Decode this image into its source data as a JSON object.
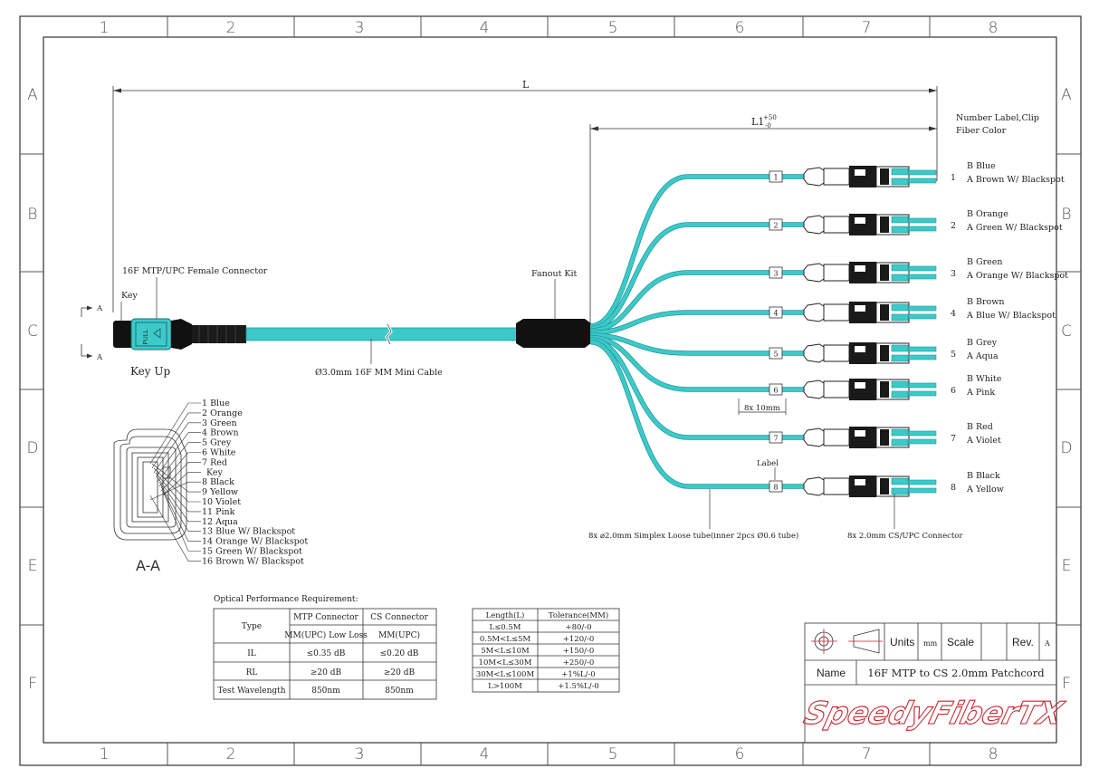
{
  "grid": {
    "columns": [
      "1",
      "2",
      "3",
      "4",
      "5",
      "6",
      "7",
      "8"
    ],
    "rows": [
      "A",
      "B",
      "C",
      "D",
      "E",
      "F"
    ]
  },
  "dimensions": {
    "overall_length": "L",
    "fanout_length": "L1",
    "fanout_tol_plus": "+50",
    "fanout_tol_minus": "-0",
    "label_offset": "8x 10mm"
  },
  "callouts": {
    "mtp_connector": "16F MTP/UPC Female Connector",
    "key": "Key",
    "key_up": "Key Up",
    "section_a_top": "A",
    "section_a_bottom": "A",
    "cable": "Ø3.0mm 16F MM Mini Cable",
    "fanout_kit": "Fanout Kit",
    "number_label_clip": "Number Label,Clip",
    "fiber_color": "Fiber Color",
    "label": "Label",
    "loose_tube": "8x ⌀2.0mm Simplex Loose tube(inner 2pcs Ø0.6 tube)",
    "cs_connector": "8x 2.0mm CS/UPC Connector",
    "section_title": "A-A",
    "pull": "PULL"
  },
  "legs": [
    {
      "num": "1",
      "b": "B Blue",
      "a": "A Brown W/ Blackspot"
    },
    {
      "num": "2",
      "b": "B Orange",
      "a": "A Green W/ Blackspot"
    },
    {
      "num": "3",
      "b": "B Green",
      "a": "A Orange W/ Blackspot"
    },
    {
      "num": "4",
      "b": "B Brown",
      "a": "A Blue W/ Blackspot"
    },
    {
      "num": "5",
      "b": "B Grey",
      "a": "A Aqua"
    },
    {
      "num": "6",
      "b": "B White",
      "a": "A Pink"
    },
    {
      "num": "7",
      "b": "B Red",
      "a": "A Violet"
    },
    {
      "num": "8",
      "b": "B Black",
      "a": "A Yellow"
    }
  ],
  "pin_list": [
    "1 Blue",
    "2 Orange",
    "3 Green",
    "4 Brown",
    "5 Grey",
    "6 White",
    "7 Red",
    "Key",
    "8 Black",
    "9 Yellow",
    "10 Violet",
    "11 Pink",
    "12 Aqua",
    "13 Blue W/ Blackspot",
    "14 Orange W/ Blackspot",
    "15 Green W/ Blackspot",
    "16 Brown W/ Blackspot"
  ],
  "optical_table": {
    "title": "Optical Performance Requirement:",
    "header_type": "Type",
    "header_mtp": "MTP Connector",
    "header_cs": "CS Connector",
    "sub_mtp": "MM(UPC) Low Loss",
    "sub_cs": "MM(UPC)",
    "rows": [
      {
        "name": "IL",
        "mtp": "≤0.35 dB",
        "cs": "≤0.20 dB"
      },
      {
        "name": "RL",
        "mtp": "≥20 dB",
        "cs": "≥20 dB"
      },
      {
        "name": "Test Wavelength",
        "mtp": "850nm",
        "cs": "850nm"
      }
    ]
  },
  "tolerance_table": {
    "header_length": "Length(L)",
    "header_tol": "Tolerance(MM)",
    "rows": [
      {
        "len": "L≤0.5M",
        "tol": "+80/-0"
      },
      {
        "len": "0.5M<L≤5M",
        "tol": "+120/-0"
      },
      {
        "len": "5M<L≤10M",
        "tol": "+150/-0"
      },
      {
        "len": "10M<L≤30M",
        "tol": "+250/-0"
      },
      {
        "len": "30M<L≤100M",
        "tol": "+1%L/-0"
      },
      {
        "len": "L>100M",
        "tol": "+1.5%L/-0"
      }
    ]
  },
  "title_block": {
    "units_label": "Units",
    "units_value": "mm",
    "scale_label": "Scale",
    "rev_label": "Rev.",
    "rev_value": "A",
    "name_label": "Name",
    "name_value": "16F MTP to CS 2.0mm Patchcord",
    "logo": "SpeedyFiberTX"
  },
  "colors": {
    "aqua": "#3ec9c9",
    "aqua_dark": "#1f9a9a",
    "logo_red": "#c8222a",
    "line": "#222222"
  }
}
